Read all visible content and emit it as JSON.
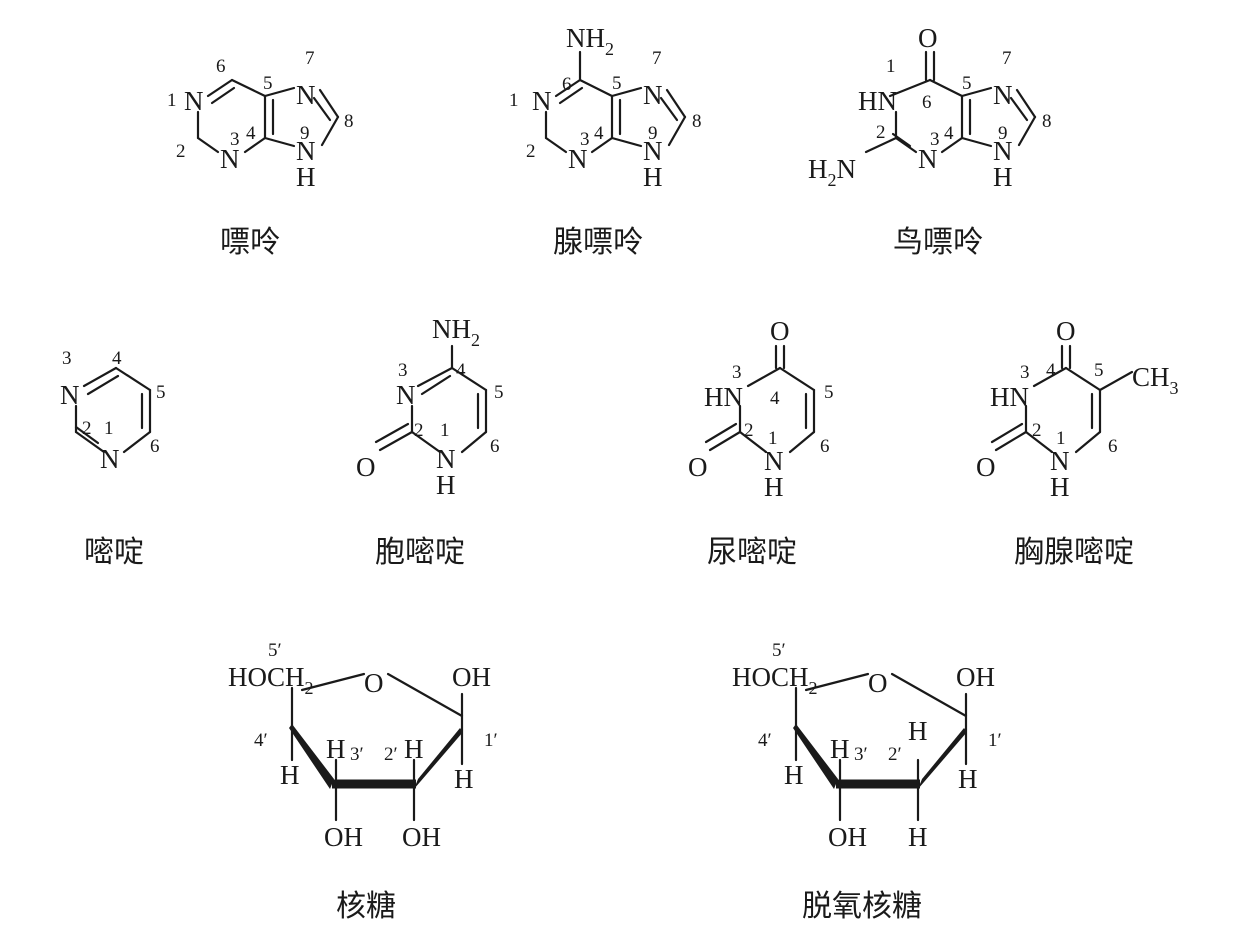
{
  "captions": {
    "purine": "嘌呤",
    "adenine": "腺嘌呤",
    "guanine": "鸟嘌呤",
    "pyrimidine": "嘧啶",
    "cytosine": "胞嘧啶",
    "uracil": "尿嘧啶",
    "thymine": "胸腺嘧啶",
    "ribose": "核糖",
    "deoxyribose": "脱氧核糖"
  },
  "atoms": {
    "N": "N",
    "H": "H",
    "O": "O",
    "NH": "NH",
    "HN": "HN",
    "NH2_main": "NH",
    "H2N_pre": "H",
    "H2N_post": "N",
    "CH3_main": "CH",
    "OH": "OH",
    "HOCH2_main": "HOCH",
    "sub2": "2",
    "sub3": "3"
  },
  "ring_numbers": {
    "n1": "1",
    "n2": "2",
    "n3": "3",
    "n4": "4",
    "n5": "5",
    "n6": "6",
    "n7": "7",
    "n8": "8",
    "n9": "9",
    "p1": "1′",
    "p2": "2′",
    "p3": "3′",
    "p4": "4′",
    "p5": "5′"
  }
}
